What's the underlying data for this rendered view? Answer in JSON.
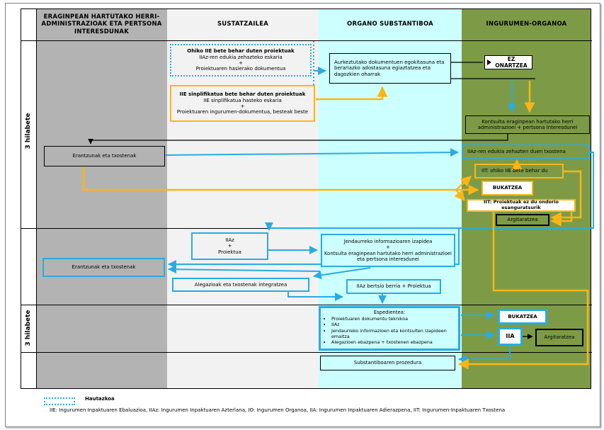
{
  "header": {
    "columns": [
      {
        "label": "ERAGINPEAN HARTUTAKO HERRI-ADMINISTRAZIOAK ETA PERTSONA INTERESDUNAK"
      },
      {
        "label": "SUSTATZAILEA"
      },
      {
        "label": "ORGANO SUBSTANTIBOA"
      },
      {
        "label": "INGURUMEN-ORGANOA"
      }
    ]
  },
  "row_labels": {
    "phase1": "3 hilabete",
    "phase3": "3 hilabete"
  },
  "boxes": {
    "ohiko": {
      "title": "Ohiko IIE bete behar duten proiektuak",
      "line1": "IIAz-ren edukia zehazteko eskaria",
      "plus": "+",
      "line2": "Proiektuaren hasierako dokumentua"
    },
    "sinplifikatua": {
      "title": "IIE sinplifikatua bete behar duten proiektuak",
      "line1": "IIE sinplifikatua hasteko eskaria",
      "plus": "+",
      "line2": "Proiektuaren ingurumen-dokumentua, besteak beste"
    },
    "aurkeztutako": "Aurkeztutako dokumentuen egokitasuna eta berariazko adostasuna egiaztatzea eta dagozkien oharrak",
    "ez_onartzea": "EZ ONARTZEA",
    "kontsulta1": "Kontsulta eraginpean hartutako herri administrazioei + pertsona interesdunei",
    "iiaz_txostena": "IIAz-ren edukia zehazten duen txostena",
    "iit_ohiko": "IIT: ohiko IIE bete behar du",
    "bukatzea1": "BUKATZEA",
    "iit_proiektuak": "IIT: Proiektuak ez du ondorio esanguratsurik",
    "argitaratzea1": "Argitaratzea",
    "erantzunak1": "Erantzunak eta txostenak",
    "iiaz_proiektua": {
      "line1": "IIAz",
      "plus": "+",
      "line2": "Proiektua"
    },
    "jendaurreko": {
      "line1": "Jendaurreko informazioaren izapidea",
      "plus": "+",
      "line2": "Kontsulta eraginpean hartutako herri administrazioei eta pertsona interesdunei"
    },
    "erantzunak2": "Erantzunak eta txostenak",
    "alegazioak": "Alegazioak eta txostenak integratzea",
    "iiaz_bertsio": "IIAz bertsio berria + Proiektua",
    "espedientea": {
      "title": "Espedientea:",
      "items": [
        "Proiektuaren dokumentu teknikoa",
        "IIAz",
        "Jendaurreko informazioen eta kontsulten izapideen emaitza",
        "Alegazioen ebazpena + txostenen ebazpena"
      ]
    },
    "bukatzea2": "BUKATZEA",
    "iia": "IIA",
    "argitaratzea2": "Argitaratzea",
    "substantiboaren": "Substantiboaren prozedura"
  },
  "legend": {
    "optional_label": "Hautazkoa",
    "footnote": "IIE: Ingurumen Inpaktuaren Ebaluazioa, IIAz: Ingurumen Inpaktuaren Azterlana, IO: Ingurumen Organoa, IIA: Ingurumen Inpaktuaren Adierazpena, IIT: Ingurumen-Inpaktuaren Txostena"
  },
  "colors": {
    "green_column": "#7d9b46",
    "cyan_column": "#ccffff",
    "gray_column": "#b3b3b3",
    "light_column": "#f2f2f2",
    "arrow_blue": "#29abe2",
    "arrow_gold": "#fdb515"
  }
}
